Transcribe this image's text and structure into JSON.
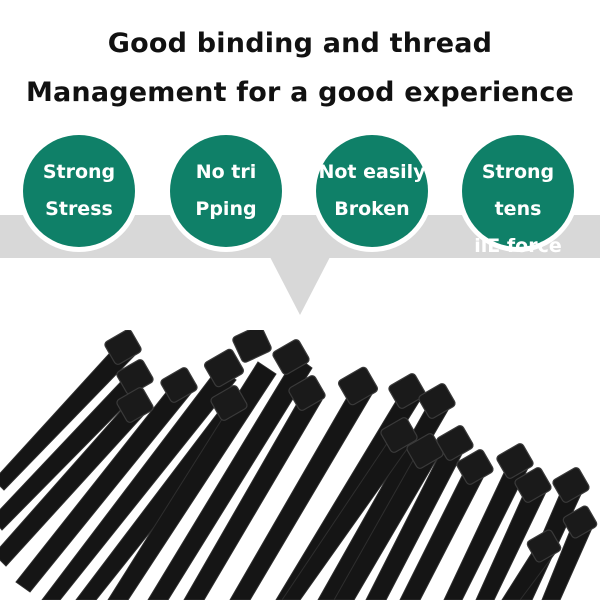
{
  "headline": {
    "line1": "Good binding and thread",
    "line2": "Management for a good experience"
  },
  "badges": [
    {
      "line1": "Strong",
      "line2": "Stress"
    },
    {
      "line1": "No tri",
      "line2": "Pping"
    },
    {
      "line1": "Not easily",
      "line2": "Broken"
    },
    {
      "line1": "Strong tens",
      "line2": "ilE force"
    }
  ],
  "colors": {
    "badge": "#0f8068",
    "band": "#d8d8d8",
    "tie": "#151515"
  },
  "photo": {
    "subject": "black-cable-ties"
  }
}
